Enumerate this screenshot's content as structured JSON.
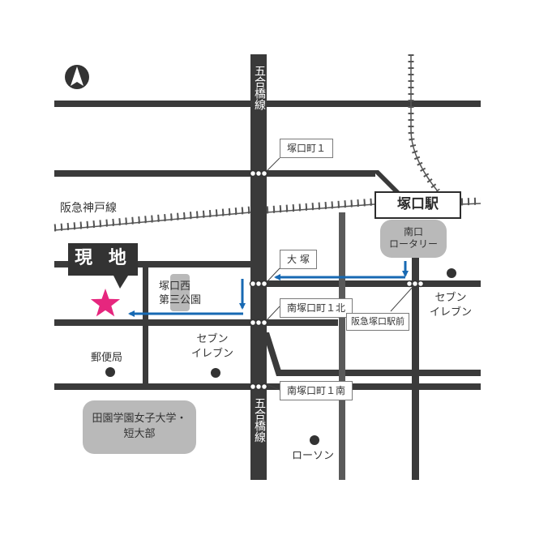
{
  "current_location": "現 地",
  "roads": {
    "gogoubashi_top": "五合橋線",
    "gogoubashi_bottom": "五合橋線"
  },
  "railways": {
    "hankyu_kobe": "阪急神戸線"
  },
  "station": "塚口駅",
  "south_rotary": "南口\nロータリー",
  "intersections": {
    "tsukaguchi_1": "塚口町１",
    "otsuka": "大 塚",
    "minami_1_kita": "南塚口町１北",
    "minami_1_minami": "南塚口町１南",
    "hankyu_ekimae": "阪急塚口駅前"
  },
  "landmarks": {
    "park": "塚口西\n第三公園",
    "post_office": "郵便局",
    "seven_west": "セブン\nイレブン",
    "seven_east": "セブン\nイレブン",
    "lawson": "ローソン",
    "university": "田園学園女子大学・\n短大部"
  },
  "colors": {
    "road": "#3a3a3a",
    "road_light": "#5a5a5a",
    "route_arrow": "#1769b3",
    "marker_star": "#e6267e",
    "landmark_fill": "#b9b9b9"
  },
  "icons": {
    "north": "north-arrow-icon",
    "marker": "star-icon",
    "poi": "dot-icon"
  }
}
